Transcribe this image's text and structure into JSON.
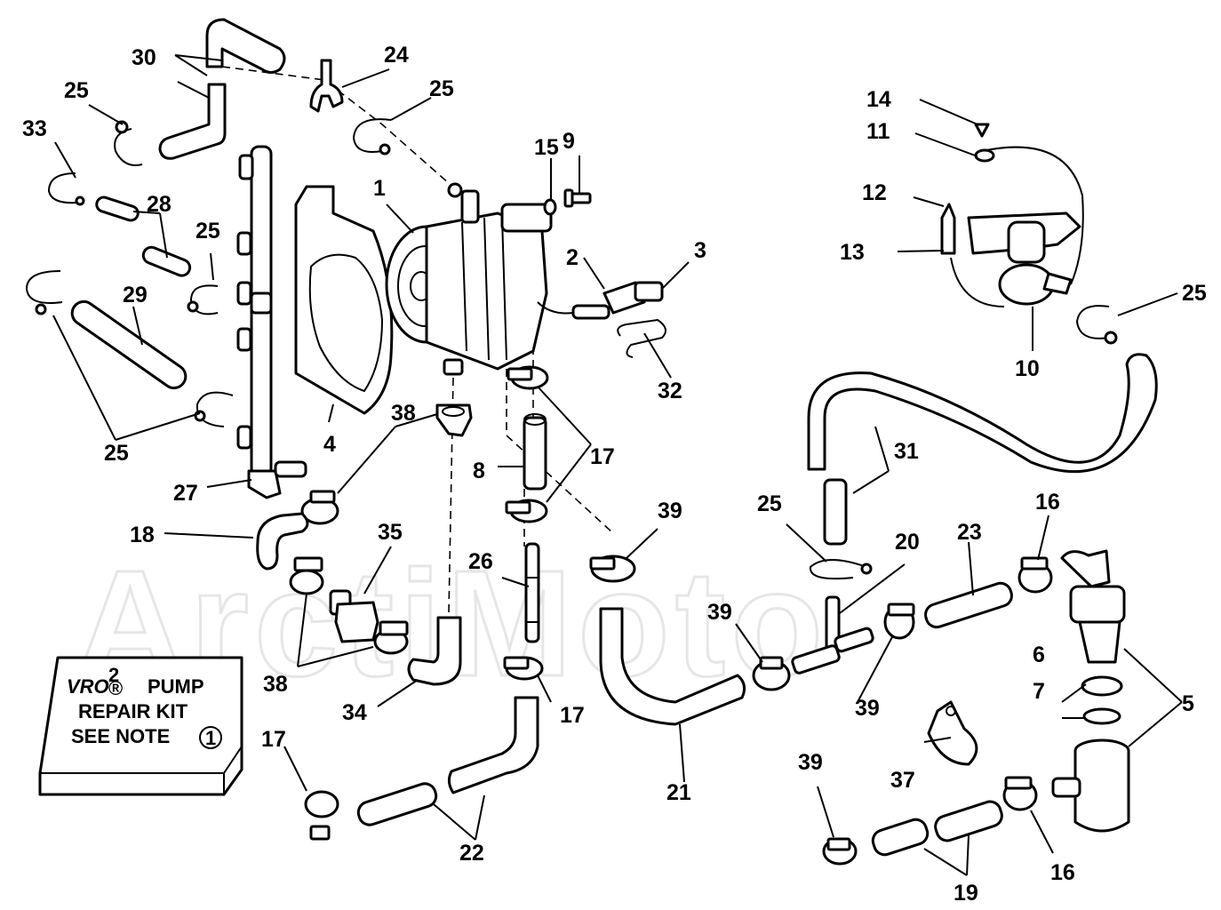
{
  "watermark": "ArctiMoto",
  "kit_box": {
    "line1_prefix": "VRO",
    "line1_superscript": "2",
    "line1_registered": "®",
    "line1_suffix": "PUMP",
    "line2": "REPAIR KIT",
    "line3": "SEE NOTE",
    "note_number": "1"
  },
  "callouts": {
    "c1": "1",
    "c2": "2",
    "c3": "3",
    "c4": "4",
    "c5": "5",
    "c6": "6",
    "c7": "7",
    "c8": "8",
    "c9": "9",
    "c10": "10",
    "c11": "11",
    "c12": "12",
    "c13": "13",
    "c14": "14",
    "c15": "15",
    "c16a": "16",
    "c16b": "16",
    "c17a": "17",
    "c17b": "17",
    "c17c": "17",
    "c18": "18",
    "c19": "19",
    "c20": "20",
    "c21": "21",
    "c22": "22",
    "c23": "23",
    "c24": "24",
    "c25a": "25",
    "c25b": "25",
    "c25c": "25",
    "c25d": "25",
    "c25e": "25",
    "c25f": "25",
    "c26": "26",
    "c27": "27",
    "c28": "28",
    "c29": "29",
    "c30": "30",
    "c31": "31",
    "c32": "32",
    "c33": "33",
    "c34": "34",
    "c35": "35",
    "c37": "37",
    "c38a": "38",
    "c38b": "38",
    "c39a": "39",
    "c39b": "39",
    "c39c": "39",
    "c39d": "39"
  }
}
